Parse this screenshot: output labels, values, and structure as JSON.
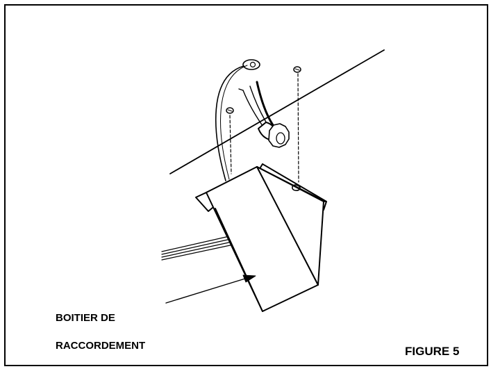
{
  "callout": {
    "line1": "BOITIER DE",
    "line2": "RACCORDEMENT"
  },
  "figure_label": "FIGURE 5"
}
